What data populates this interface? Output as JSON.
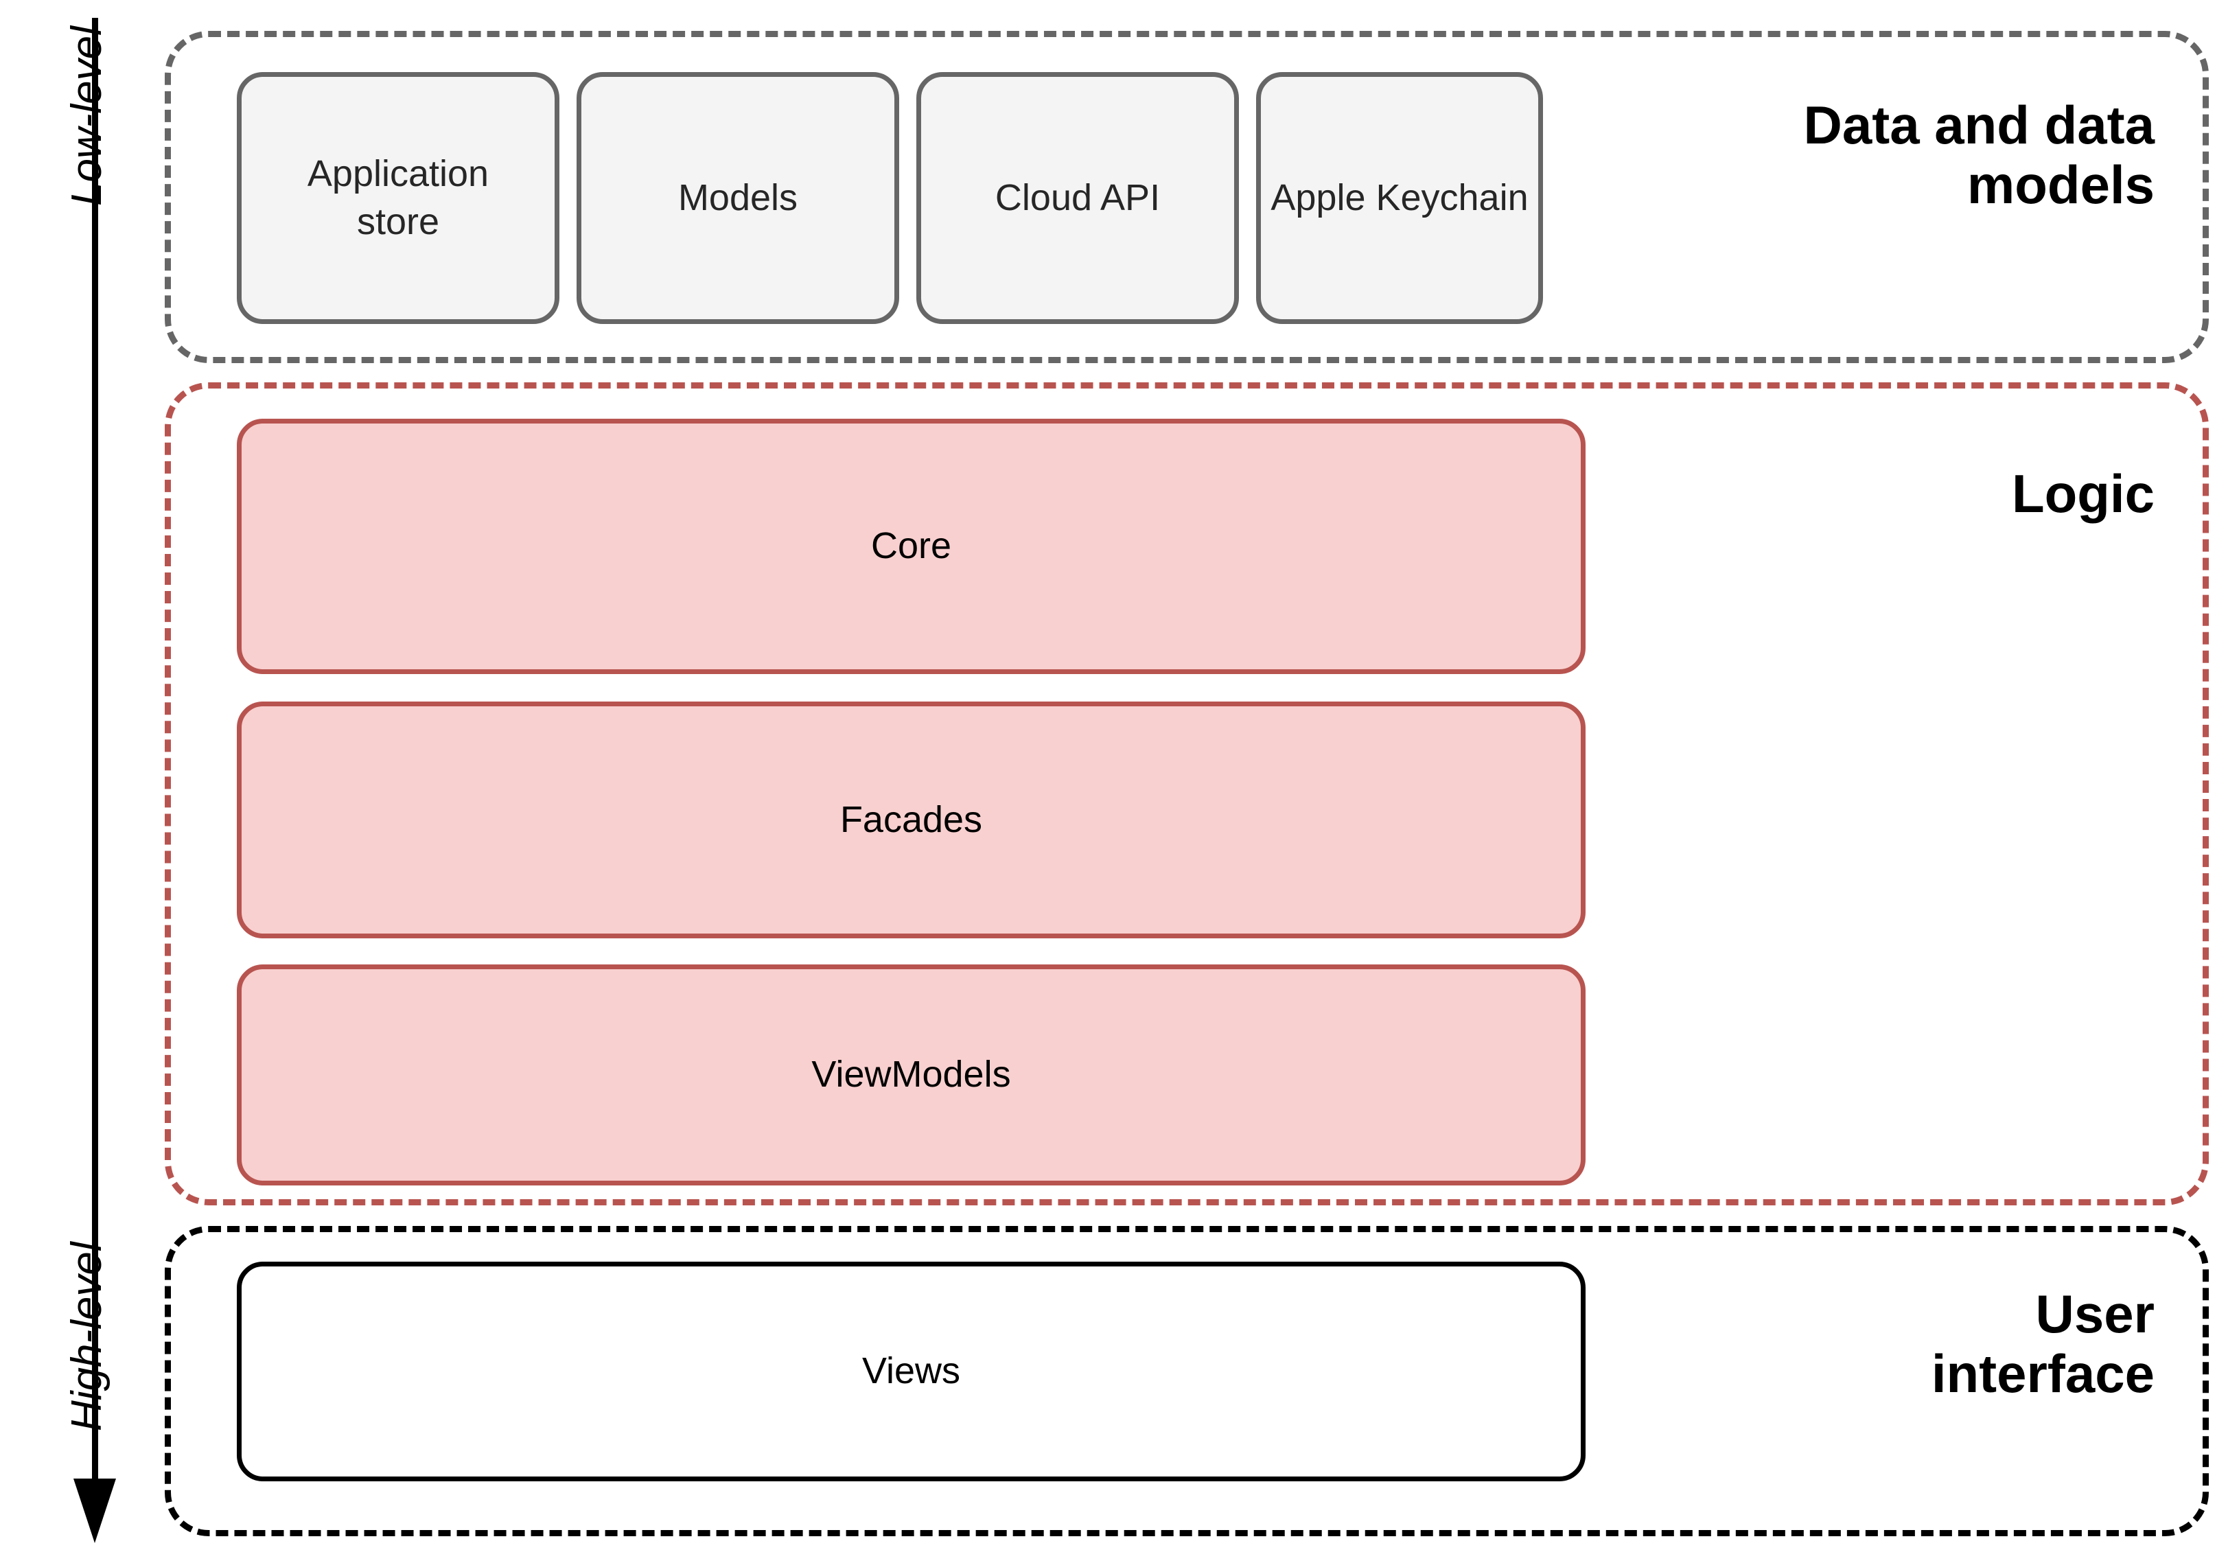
{
  "diagram": {
    "axis": {
      "top_label": "Low-level",
      "bottom_label": "High-level",
      "direction": "downward-arrow"
    },
    "layers": [
      {
        "id": "data",
        "title": "Data and data\nmodels",
        "border_color": "#666666",
        "border_style": "dashed",
        "boxes": [
          {
            "label": "Application\nstore",
            "fill": "#f4f4f4",
            "stroke": "#666666"
          },
          {
            "label": "Models",
            "fill": "#f4f4f4",
            "stroke": "#666666"
          },
          {
            "label": "Cloud API",
            "fill": "#f4f4f4",
            "stroke": "#666666"
          },
          {
            "label": "Apple Keychain",
            "fill": "#f4f4f4",
            "stroke": "#666666"
          }
        ]
      },
      {
        "id": "logic",
        "title": "Logic",
        "border_color": "#b85450",
        "border_style": "dashed",
        "boxes": [
          {
            "label": "Core",
            "fill": "#f8d0cf",
            "stroke": "#b85450"
          },
          {
            "label": "Facades",
            "fill": "#f8d0cf",
            "stroke": "#b85450"
          },
          {
            "label": "ViewModels",
            "fill": "#f8d0cf",
            "stroke": "#b85450"
          }
        ]
      },
      {
        "id": "ui",
        "title": "User\ninterface",
        "border_color": "#000000",
        "border_style": "dashed",
        "boxes": [
          {
            "label": "Views",
            "fill": "#ffffff",
            "stroke": "#000000"
          }
        ]
      }
    ]
  }
}
